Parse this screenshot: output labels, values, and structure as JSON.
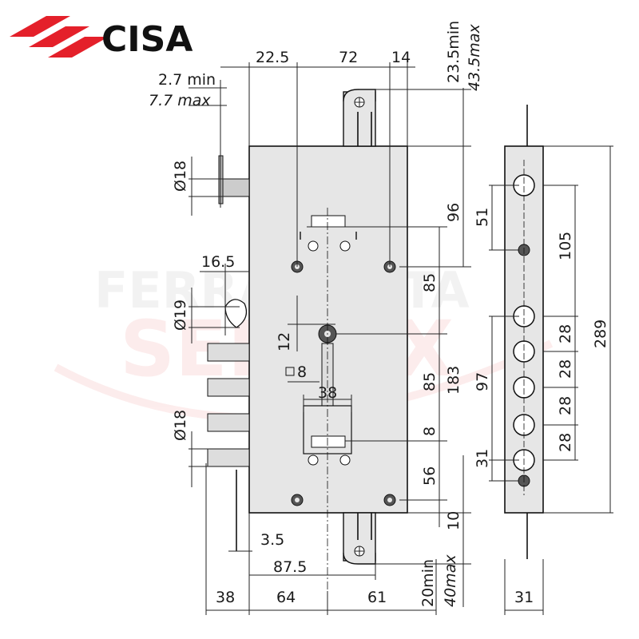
{
  "brand": {
    "name": "CISA",
    "color": "#e4202a"
  },
  "watermark": {
    "line1": "FERRAMENTA",
    "line2": "SERLAX"
  },
  "colors": {
    "body": "#e6e6e6",
    "line": "#111111"
  },
  "dimensions": {
    "d_22_5": "22.5",
    "d_72": "72",
    "d_14": "14",
    "d_23_5min": "23.5",
    "d_23_5min_suffix": "min",
    "d_43_5max": "43.5",
    "d_43_5max_suffix": "max",
    "d_2_7min": "2.7 min",
    "d_7_7max": "7.7 max",
    "d_dia18_top": "Ø18",
    "d_16_5": "16.5",
    "d_dia19": "Ø19",
    "d_12": "12",
    "d_sq8": "8",
    "d_38_mid": "38",
    "d_dia18_bottom": "Ø18",
    "d_96": "96",
    "d_85_upper": "85",
    "d_85_lower": "85",
    "d_183": "183",
    "d_8": "8",
    "d_56": "56",
    "d_10": "10",
    "d_3_5": "3.5",
    "d_87_5": "87.5",
    "d_38": "38",
    "d_64": "64",
    "d_61": "61",
    "d_20min": "20",
    "d_20min_suffix": "min",
    "d_40max": "40",
    "d_40max_suffix": "max",
    "d_51": "51",
    "d_105": "105",
    "d_289": "289",
    "d_28_1": "28",
    "d_28_2": "28",
    "d_28_3": "28",
    "d_28_4": "28",
    "d_97": "97",
    "d_31_side": "31",
    "d_31_bottom": "31"
  }
}
